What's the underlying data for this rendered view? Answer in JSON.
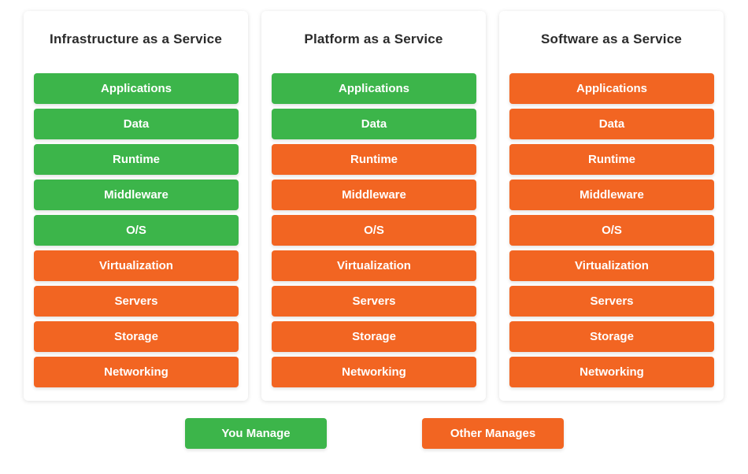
{
  "colors": {
    "you_manage": "#3cb54a",
    "other_manages": "#f26522"
  },
  "columns": [
    {
      "title": "Infrastructure as a Service",
      "layers": [
        {
          "label": "Applications",
          "managed_by": "you"
        },
        {
          "label": "Data",
          "managed_by": "you"
        },
        {
          "label": "Runtime",
          "managed_by": "you"
        },
        {
          "label": "Middleware",
          "managed_by": "you"
        },
        {
          "label": "O/S",
          "managed_by": "you"
        },
        {
          "label": "Virtualization",
          "managed_by": "other"
        },
        {
          "label": "Servers",
          "managed_by": "other"
        },
        {
          "label": "Storage",
          "managed_by": "other"
        },
        {
          "label": "Networking",
          "managed_by": "other"
        }
      ]
    },
    {
      "title": "Platform as a Service",
      "layers": [
        {
          "label": "Applications",
          "managed_by": "you"
        },
        {
          "label": "Data",
          "managed_by": "you"
        },
        {
          "label": "Runtime",
          "managed_by": "other"
        },
        {
          "label": "Middleware",
          "managed_by": "other"
        },
        {
          "label": "O/S",
          "managed_by": "other"
        },
        {
          "label": "Virtualization",
          "managed_by": "other"
        },
        {
          "label": "Servers",
          "managed_by": "other"
        },
        {
          "label": "Storage",
          "managed_by": "other"
        },
        {
          "label": "Networking",
          "managed_by": "other"
        }
      ]
    },
    {
      "title": "Software as a Service",
      "layers": [
        {
          "label": "Applications",
          "managed_by": "other"
        },
        {
          "label": "Data",
          "managed_by": "other"
        },
        {
          "label": "Runtime",
          "managed_by": "other"
        },
        {
          "label": "Middleware",
          "managed_by": "other"
        },
        {
          "label": "O/S",
          "managed_by": "other"
        },
        {
          "label": "Virtualization",
          "managed_by": "other"
        },
        {
          "label": "Servers",
          "managed_by": "other"
        },
        {
          "label": "Storage",
          "managed_by": "other"
        },
        {
          "label": "Networking",
          "managed_by": "other"
        }
      ]
    }
  ],
  "legend": {
    "you_manage": "You Manage",
    "other_manages": "Other Manages"
  }
}
